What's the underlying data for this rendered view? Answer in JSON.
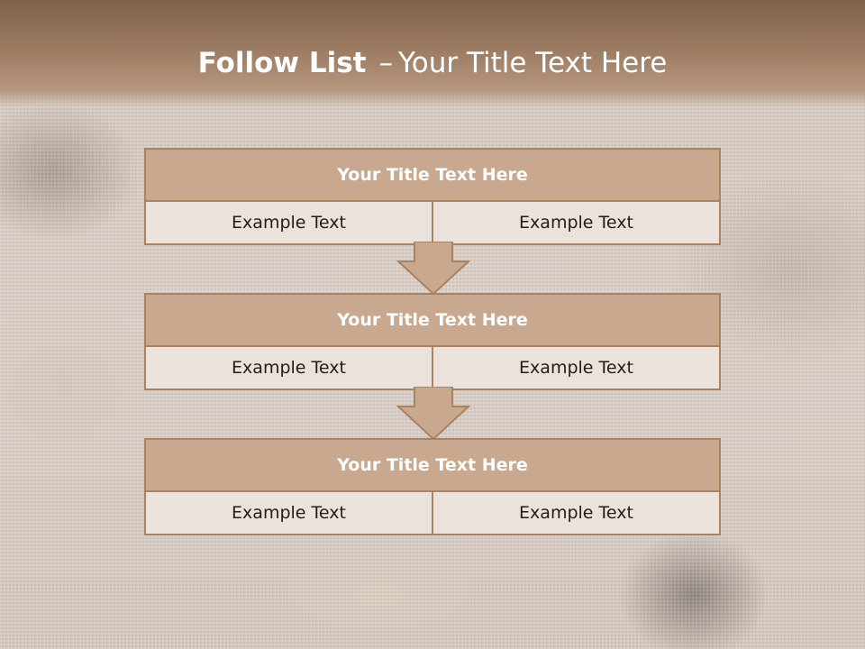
{
  "slide": {
    "title_bold": "Follow List",
    "title_sep": "–",
    "title_rest": "Your Title Text Here"
  },
  "steps": [
    {
      "title": "Your Title Text Here",
      "left": "Example Text",
      "right": "Example Text"
    },
    {
      "title": "Your Title Text Here",
      "left": "Example Text",
      "right": "Example Text"
    },
    {
      "title": "Your Title Text Here",
      "left": "Example Text",
      "right": "Example Text"
    }
  ],
  "colors": {
    "header": "#9a7b62",
    "block_title_fill": "#c8a88f",
    "block_border": "#a9825f",
    "cell_fill": "#ece2dc",
    "arrow_fill": "#c8a88f"
  }
}
